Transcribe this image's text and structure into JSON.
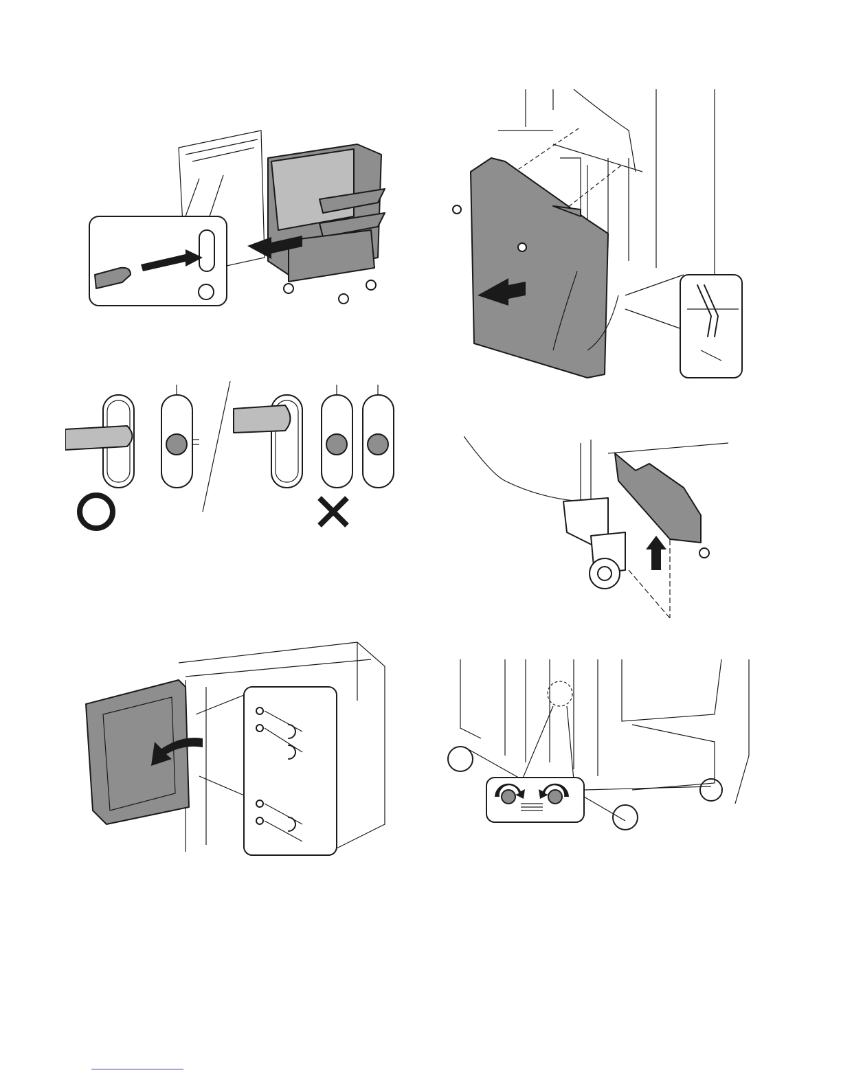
{
  "page": {
    "type": "illustration-page",
    "text": ""
  },
  "figures": [
    {
      "id": "release-button-press",
      "description_hidden": ""
    },
    {
      "id": "rear-cover-removal"
    },
    {
      "id": "button-correct-incorrect",
      "marks": [
        "correct",
        "incorrect"
      ]
    },
    {
      "id": "caster-cover-removal"
    },
    {
      "id": "front-door-open"
    },
    {
      "id": "caster-adjuster-turn"
    }
  ],
  "colors": {
    "ink": "#1a1a1a",
    "shade": "#8e8e8e",
    "light_shade": "#bdbdbd"
  },
  "icons": [
    "correct-circle-icon",
    "incorrect-cross-icon",
    "push-arrow-icon",
    "pull-arrow-icon",
    "screw-icon",
    "rotate-arrow-icon"
  ]
}
